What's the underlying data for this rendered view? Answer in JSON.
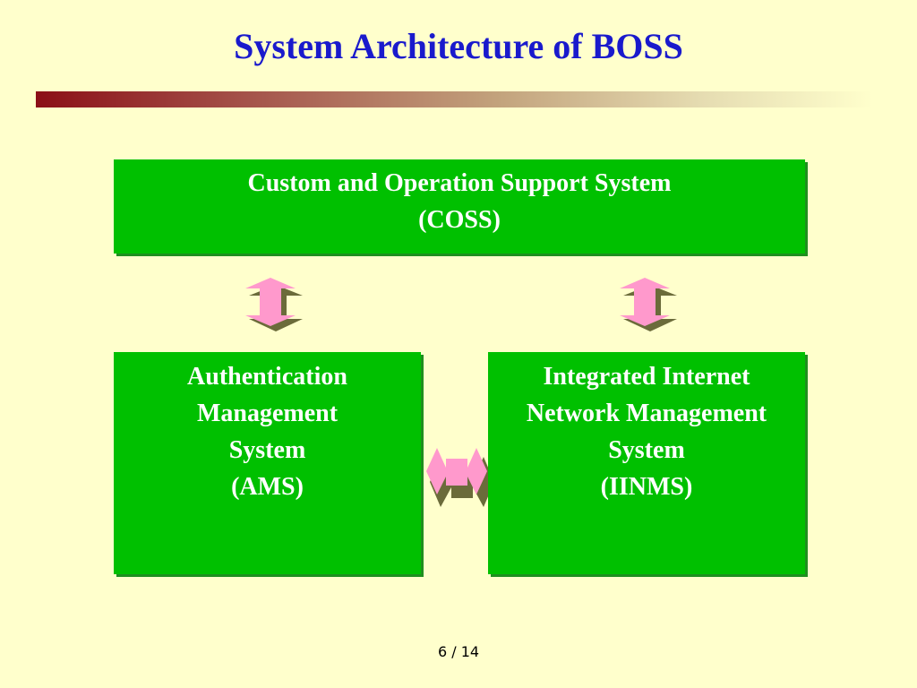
{
  "slide": {
    "title": "System Architecture of BOSS",
    "page_number": "6",
    "page_separator": "/",
    "page_total": "14"
  },
  "diagram": {
    "coss": {
      "line1": "Custom and Operation Support System",
      "line2": "(COSS)"
    },
    "ams": {
      "line1": "Authentication",
      "line2": "Management",
      "line3": "System",
      "line4": "(AMS)"
    },
    "iinms": {
      "line1": "Integrated Internet",
      "line2": "Network Management",
      "line3": "System",
      "line4": "(IINMS)"
    }
  },
  "colors": {
    "background": "#ffffcc",
    "title": "#1a1acc",
    "box_fill": "#00c000",
    "box_text": "#ffffff",
    "arrow_fill": "#ff99cc",
    "arrow_shadow": "#6b6b3a"
  }
}
